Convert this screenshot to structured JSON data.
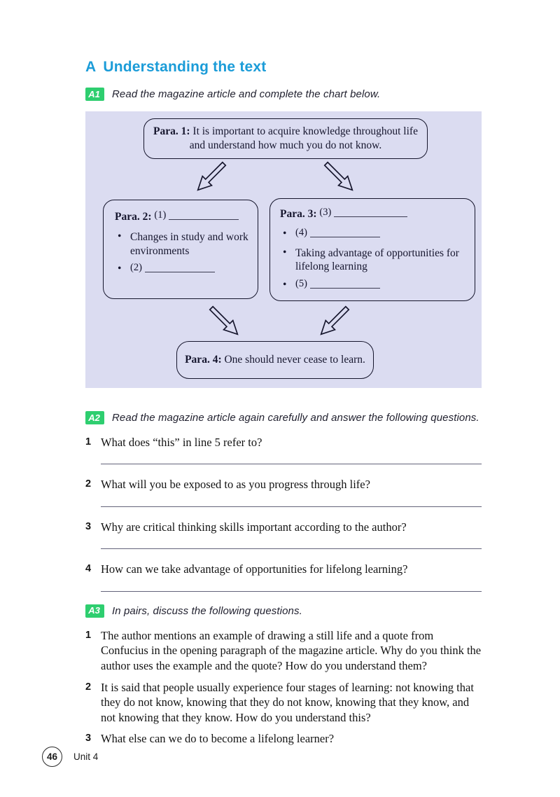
{
  "header": {
    "section_letter": "A",
    "section_title": "Understanding the text"
  },
  "activities": {
    "a1": {
      "badge": "A1",
      "instruction": "Read the magazine article and complete the chart below."
    },
    "a2": {
      "badge": "A2",
      "instruction": "Read the magazine article again carefully and answer the following questions."
    },
    "a3": {
      "badge": "A3",
      "instruction": "In pairs, discuss the following questions."
    }
  },
  "flowchart": {
    "para1": {
      "label": "Para. 1:",
      "text": "It is important to acquire knowledge throughout life and understand how much you do not know."
    },
    "para2": {
      "label": "Para. 2:",
      "slot": "(1)",
      "bullet1": "Changes in study and work environments",
      "bullet2_slot": "(2)"
    },
    "para3": {
      "label": "Para. 3:",
      "slot": "(3)",
      "bullet1_slot": "(4)",
      "bullet2": "Taking advantage of opportunities for lifelong learning",
      "bullet3_slot": "(5)"
    },
    "para4": {
      "label": "Para. 4:",
      "text": "One should never cease to learn."
    }
  },
  "comprehension_questions": [
    {
      "num": "1",
      "text": "What does “this” in line 5 refer to?"
    },
    {
      "num": "2",
      "text": "What will you be exposed to as you progress through life?"
    },
    {
      "num": "3",
      "text": "Why are critical thinking skills important according to the author?"
    },
    {
      "num": "4",
      "text": "How can we take advantage of opportunities for lifelong learning?"
    }
  ],
  "discussion_questions": [
    {
      "num": "1",
      "text": "The author mentions an example of drawing a still life and a quote from Confucius in the opening paragraph of the magazine article. Why do you think the author uses the example and the quote? How do you understand them?"
    },
    {
      "num": "2",
      "text": "It is said that people usually experience four stages of learning: not knowing that they do not know, knowing that they do not know, knowing that they know, and not knowing that they know. How do you understand this?"
    },
    {
      "num": "3",
      "text": "What else can we do to become a lifelong learner?"
    }
  ],
  "footer": {
    "page_number": "46",
    "unit_label": "Unit 4"
  },
  "colors": {
    "accent_blue": "#1b9cd8",
    "badge_green": "#2ece6f",
    "panel_lavender": "#dbdcf1"
  }
}
